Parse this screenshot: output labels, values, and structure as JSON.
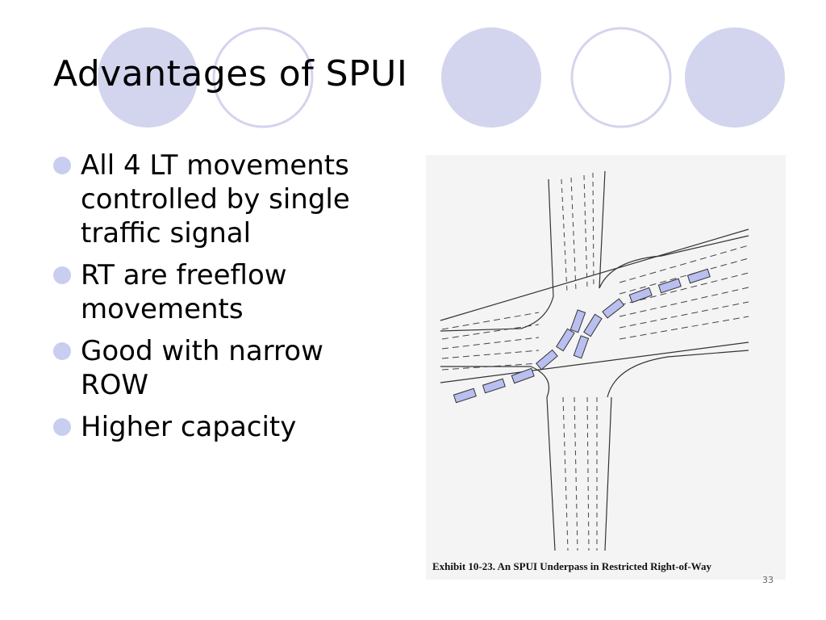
{
  "slide": {
    "title": "Advantages of SPUI",
    "bullets": [
      "All 4 LT movements controlled by single traffic signal",
      "RT are freeflow movements",
      "Good with narrow ROW",
      "Higher capacity"
    ],
    "figure_caption": "Exhibit 10-23. An SPUI Underpass in Restricted Right-of-Way",
    "slide_number": "33"
  },
  "colors": {
    "circle_fill": "#d3d4ee",
    "circle_outline": "#d3d4ee",
    "bullet": "#c9cdf0",
    "vehicle": "#b9bff0"
  }
}
